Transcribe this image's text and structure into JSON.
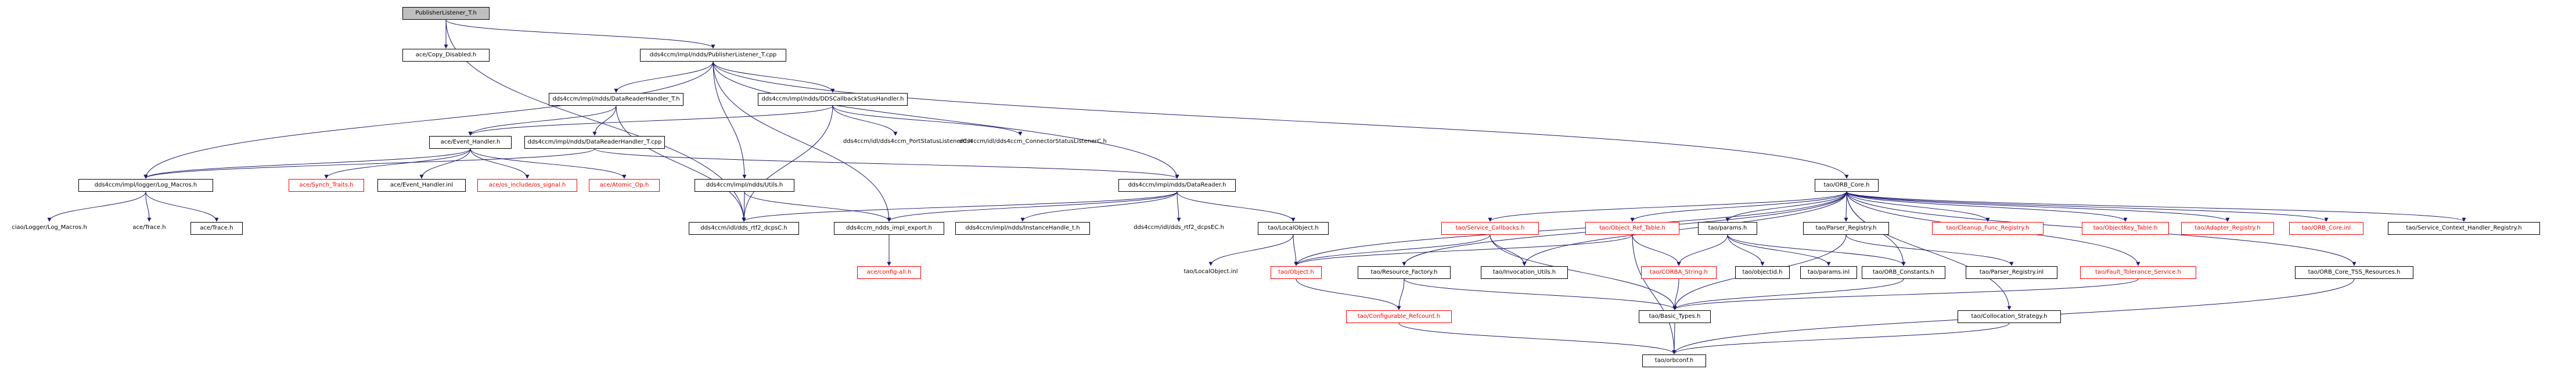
{
  "diagram": {
    "root": {
      "id": "root",
      "label": "PublisherListener_T.h"
    },
    "nodes": [
      {
        "id": "root",
        "label": "PublisherListener_T.h"
      },
      {
        "id": "copy_disabled",
        "label": "ace/Copy_Disabled.h"
      },
      {
        "id": "publisher_listener_cpp",
        "label": "dds4ccm/impl/ndds/PublisherListener_T.cpp"
      },
      {
        "id": "datareaderhandler_h",
        "label": "dds4ccm/impl/ndds/DataReaderHandler_T.h"
      },
      {
        "id": "ddscallback_h",
        "label": "dds4ccm/impl/ndds/DDSCallbackStatusHandler.h"
      },
      {
        "id": "event_handler_h",
        "label": "ace/Event_Handler.h"
      },
      {
        "id": "datareaderhandler_cpp",
        "label": "dds4ccm/impl/ndds/DataReaderHandler_T.cpp"
      },
      {
        "id": "portstatus_h",
        "label": "dds4ccm/idl/dds4ccm_PortStatusListenerC.h"
      },
      {
        "id": "connectorstatus_h",
        "label": "dds4ccm/idl/dds4ccm_ConnectorStatusListenerC.h"
      },
      {
        "id": "log_macros_h",
        "label": "dds4ccm/impl/logger/Log_Macros.h"
      },
      {
        "id": "synch_traits",
        "label": "ace/Synch_Traits.h"
      },
      {
        "id": "event_handler_inl",
        "label": "ace/Event_Handler.inl"
      },
      {
        "id": "os_signal",
        "label": "ace/os_include/os_signal.h"
      },
      {
        "id": "atomic_op",
        "label": "ace/Atomic_Op.h"
      },
      {
        "id": "utils_h",
        "label": "dds4ccm/impl/ndds/Utils.h"
      },
      {
        "id": "datareader_h",
        "label": "dds4ccm/impl/ndds/DataReader.h"
      },
      {
        "id": "orb_core_h",
        "label": "tao/ORB_Core.h"
      },
      {
        "id": "ciao_log_macros",
        "label": "ciao/Logger/Log_Macros.h"
      },
      {
        "id": "ace_trace1",
        "label": "ace/Trace.h"
      },
      {
        "id": "ace_trace2",
        "label": "ace/Trace.h"
      },
      {
        "id": "dds_dcpsc",
        "label": "dds4ccm/idl/dds_rtf2_dcpsC.h"
      },
      {
        "id": "impl_export",
        "label": "dds4ccm_ndds_impl_export.h"
      },
      {
        "id": "instancehandle",
        "label": "dds4ccm/impl/ndds/InstanceHandle_t.h"
      },
      {
        "id": "dds_dcpsec",
        "label": "dds4ccm/idl/dds_rtf2_dcpsEC.h"
      },
      {
        "id": "localobject_h",
        "label": "tao/LocalObject.h"
      },
      {
        "id": "service_callbacks",
        "label": "tao/Service_Callbacks.h"
      },
      {
        "id": "object_ref_table",
        "label": "tao/Object_Ref_Table.h"
      },
      {
        "id": "params_h",
        "label": "tao/params.h"
      },
      {
        "id": "parser_registry_h",
        "label": "tao/Parser_Registry.h"
      },
      {
        "id": "cleanup_func",
        "label": "tao/Cleanup_Func_Registry.h"
      },
      {
        "id": "objectkey_table",
        "label": "tao/ObjectKey_Table.h"
      },
      {
        "id": "adapter_registry",
        "label": "tao/Adapter_Registry.h"
      },
      {
        "id": "orb_core_inl",
        "label": "tao/ORB_Core.inl"
      },
      {
        "id": "service_context",
        "label": "tao/Service_Context_Handler_Registry.h"
      },
      {
        "id": "config_all",
        "label": "ace/config-all.h"
      },
      {
        "id": "localobject_inl",
        "label": "tao/LocalObject.inl"
      },
      {
        "id": "object_h",
        "label": "tao/Object.h"
      },
      {
        "id": "resource_factory",
        "label": "tao/Resource_Factory.h"
      },
      {
        "id": "invocation_utils",
        "label": "tao/Invocation_Utils.h"
      },
      {
        "id": "corba_string",
        "label": "tao/CORBA_String.h"
      },
      {
        "id": "objectid_h",
        "label": "tao/objectid.h"
      },
      {
        "id": "params_inl",
        "label": "tao/params.inl"
      },
      {
        "id": "orb_constants",
        "label": "tao/ORB_Constants.h"
      },
      {
        "id": "parser_registry_inl",
        "label": "tao/Parser_Registry.inl"
      },
      {
        "id": "fault_tolerance",
        "label": "tao/Fault_Tolerance_Service.h"
      },
      {
        "id": "orb_core_tss",
        "label": "tao/ORB_Core_TSS_Resources.h"
      },
      {
        "id": "configurable_refcount",
        "label": "tao/Configurable_Refcount.h"
      },
      {
        "id": "basic_types",
        "label": "tao/Basic_Types.h"
      },
      {
        "id": "collocation_strategy",
        "label": "tao/Collocation_Strategy.h"
      },
      {
        "id": "orbconf",
        "label": "tao/orbconf.h"
      }
    ],
    "edges": [
      [
        "root",
        "copy_disabled"
      ],
      [
        "root",
        "publisher_listener_cpp"
      ],
      [
        "root",
        "dds_dcpsc"
      ],
      [
        "publisher_listener_cpp",
        "datareaderhandler_h"
      ],
      [
        "publisher_listener_cpp",
        "ddscallback_h"
      ],
      [
        "publisher_listener_cpp",
        "log_macros_h"
      ],
      [
        "publisher_listener_cpp",
        "utils_h"
      ],
      [
        "publisher_listener_cpp",
        "datareader_h"
      ],
      [
        "publisher_listener_cpp",
        "orb_core_h"
      ],
      [
        "publisher_listener_cpp",
        "impl_export"
      ],
      [
        "datareaderhandler_h",
        "event_handler_h"
      ],
      [
        "datareaderhandler_h",
        "datareaderhandler_cpp"
      ],
      [
        "datareaderhandler_h",
        "dds_dcpsc"
      ],
      [
        "ddscallback_h",
        "event_handler_h"
      ],
      [
        "ddscallback_h",
        "portstatus_h"
      ],
      [
        "ddscallback_h",
        "connectorstatus_h"
      ],
      [
        "ddscallback_h",
        "dds_dcpsc"
      ],
      [
        "event_handler_h",
        "synch_traits"
      ],
      [
        "event_handler_h",
        "event_handler_inl"
      ],
      [
        "event_handler_h",
        "os_signal"
      ],
      [
        "event_handler_h",
        "atomic_op"
      ],
      [
        "event_handler_h",
        "log_macros_h"
      ],
      [
        "datareaderhandler_cpp",
        "log_macros_h"
      ],
      [
        "datareaderhandler_cpp",
        "datareader_h"
      ],
      [
        "log_macros_h",
        "ciao_log_macros"
      ],
      [
        "log_macros_h",
        "ace_trace1"
      ],
      [
        "log_macros_h",
        "ace_trace2"
      ],
      [
        "utils_h",
        "dds_dcpsc"
      ],
      [
        "utils_h",
        "impl_export"
      ],
      [
        "datareader_h",
        "dds_dcpsc"
      ],
      [
        "datareader_h",
        "impl_export"
      ],
      [
        "datareader_h",
        "instancehandle"
      ],
      [
        "datareader_h",
        "dds_dcpsec"
      ],
      [
        "datareader_h",
        "localobject_h"
      ],
      [
        "impl_export",
        "config_all"
      ],
      [
        "localobject_h",
        "localobject_inl"
      ],
      [
        "localobject_h",
        "object_h"
      ],
      [
        "orb_core_h",
        "service_callbacks"
      ],
      [
        "orb_core_h",
        "object_ref_table"
      ],
      [
        "orb_core_h",
        "params_h"
      ],
      [
        "orb_core_h",
        "parser_registry_h"
      ],
      [
        "orb_core_h",
        "cleanup_func"
      ],
      [
        "orb_core_h",
        "objectkey_table"
      ],
      [
        "orb_core_h",
        "adapter_registry"
      ],
      [
        "orb_core_h",
        "orb_core_inl"
      ],
      [
        "orb_core_h",
        "service_context"
      ],
      [
        "orb_core_h",
        "object_h"
      ],
      [
        "orb_core_h",
        "resource_factory"
      ],
      [
        "orb_core_h",
        "invocation_utils"
      ],
      [
        "orb_core_h",
        "fault_tolerance"
      ],
      [
        "orb_core_h",
        "orb_core_tss"
      ],
      [
        "orb_core_h",
        "collocation_strategy"
      ],
      [
        "orb_core_h",
        "orb_constants"
      ],
      [
        "service_callbacks",
        "object_h"
      ],
      [
        "service_callbacks",
        "invocation_utils"
      ],
      [
        "service_callbacks",
        "basic_types"
      ],
      [
        "object_ref_table",
        "object_h"
      ],
      [
        "object_ref_table",
        "corba_string"
      ],
      [
        "object_ref_table",
        "orbconf"
      ],
      [
        "params_h",
        "corba_string"
      ],
      [
        "params_h",
        "objectid_h"
      ],
      [
        "params_h",
        "params_inl"
      ],
      [
        "params_h",
        "orb_constants"
      ],
      [
        "parser_registry_h",
        "parser_registry_inl"
      ],
      [
        "parser_registry_h",
        "basic_types"
      ],
      [
        "object_h",
        "configurable_refcount"
      ],
      [
        "resource_factory",
        "configurable_refcount"
      ],
      [
        "resource_factory",
        "basic_types"
      ],
      [
        "corba_string",
        "basic_types"
      ],
      [
        "orb_constants",
        "basic_types"
      ],
      [
        "fault_tolerance",
        "basic_types"
      ],
      [
        "orb_core_tss",
        "orbconf"
      ],
      [
        "configurable_refcount",
        "orbconf"
      ],
      [
        "basic_types",
        "orbconf"
      ],
      [
        "collocation_strategy",
        "orbconf"
      ]
    ]
  },
  "colors": {
    "edge": "#191970",
    "node_border": "#000000",
    "node_border_missing": "#ff0000",
    "root_fill": "#bfbfbf"
  }
}
